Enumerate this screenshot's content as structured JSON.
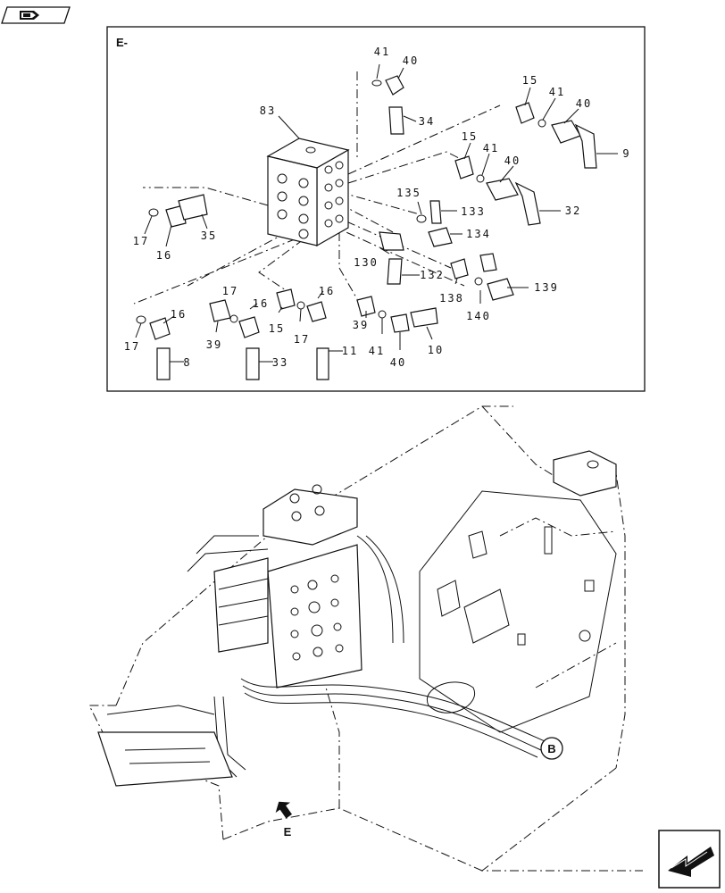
{
  "detail": {
    "title": "E-",
    "callouts": [
      {
        "id": "c41a",
        "label": "41"
      },
      {
        "id": "c40a",
        "label": "40"
      },
      {
        "id": "c34",
        "label": "34"
      },
      {
        "id": "c83",
        "label": "83"
      },
      {
        "id": "c15a",
        "label": "15"
      },
      {
        "id": "c41b",
        "label": "41"
      },
      {
        "id": "c40b",
        "label": "40"
      },
      {
        "id": "c9",
        "label": "9"
      },
      {
        "id": "c15b",
        "label": "15"
      },
      {
        "id": "c41c",
        "label": "41"
      },
      {
        "id": "c40c",
        "label": "40"
      },
      {
        "id": "c32",
        "label": "32"
      },
      {
        "id": "c135",
        "label": "135"
      },
      {
        "id": "c133",
        "label": "133"
      },
      {
        "id": "c134",
        "label": "134"
      },
      {
        "id": "c17a",
        "label": "17"
      },
      {
        "id": "c16a",
        "label": "16"
      },
      {
        "id": "c35",
        "label": "35"
      },
      {
        "id": "c130",
        "label": "130"
      },
      {
        "id": "c132",
        "label": "132"
      },
      {
        "id": "c138",
        "label": "138"
      },
      {
        "id": "c139",
        "label": "139"
      },
      {
        "id": "c140",
        "label": "140"
      },
      {
        "id": "c17b",
        "label": "17"
      },
      {
        "id": "c16b",
        "label": "16"
      },
      {
        "id": "c16c",
        "label": "16"
      },
      {
        "id": "c17c",
        "label": "17"
      },
      {
        "id": "c16d",
        "label": "16"
      },
      {
        "id": "c17d",
        "label": "17"
      },
      {
        "id": "c39a",
        "label": "39"
      },
      {
        "id": "c15c",
        "label": "15"
      },
      {
        "id": "c17e",
        "label": "17"
      },
      {
        "id": "c39b",
        "label": "39"
      },
      {
        "id": "c8",
        "label": "8"
      },
      {
        "id": "c33",
        "label": "33"
      },
      {
        "id": "c11",
        "label": "11"
      },
      {
        "id": "c41d",
        "label": "41"
      },
      {
        "id": "c40d",
        "label": "40"
      },
      {
        "id": "c10",
        "label": "10"
      }
    ]
  },
  "main_view": {
    "view_marker": "E",
    "connector_marker": "B"
  },
  "icons": {
    "top_left": "book-arrow-icon",
    "bottom_right": "next-page-arrow-icon"
  }
}
